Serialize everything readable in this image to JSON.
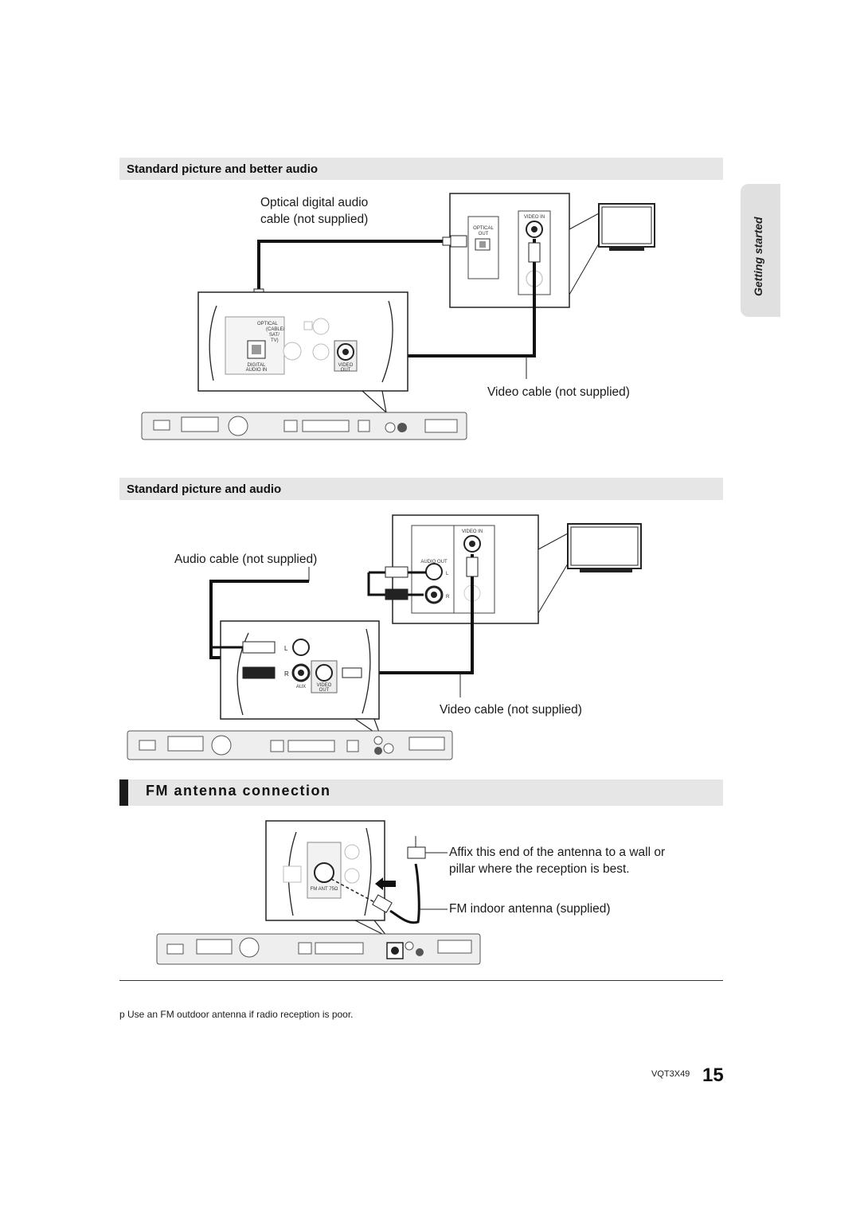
{
  "section1": {
    "title": "Standard picture and better audio",
    "label_optical": [
      "Optical digital audio",
      "cable (not supplied)"
    ],
    "label_video": "Video cable (not supplied)",
    "unit_labels": {
      "optical": "OPTICAL",
      "cable_sat_tv": [
        "(CABLE/",
        "SAT/",
        "TV)"
      ],
      "digital_audio_in": [
        "DIGITAL",
        "AUDIO IN"
      ],
      "video_out": [
        "VIDEO",
        "OUT"
      ]
    },
    "tv_labels": {
      "optical_out": [
        "OPTICAL",
        "OUT"
      ],
      "video_in": "VIDEO IN"
    }
  },
  "section2": {
    "title": "Standard picture and audio",
    "label_audio": "Audio cable (not supplied)",
    "label_video": "Video cable (not supplied)",
    "unit_labels": {
      "l": "L",
      "r": "R",
      "aux": "AUX",
      "video_out": [
        "VIDEO",
        "OUT"
      ]
    },
    "tv_labels": {
      "video_in": "VIDEO IN",
      "audio_out": "AUDIO OUT",
      "l": "L",
      "r": "R"
    }
  },
  "section3": {
    "title": "FM antenna connection",
    "label_affix": [
      "Affix this end of the antenna to a wall or",
      "pillar where the reception is best."
    ],
    "label_indoor": "FM indoor antenna (supplied)",
    "unit_label": "FM ANT 75Ω"
  },
  "side_tab": "Getting started",
  "note": "p Use an FM outdoor antenna if radio reception is poor.",
  "footer": {
    "model": "VQT3X49",
    "page": "15"
  },
  "icons": [
    "tv-icon",
    "optical-plug-icon",
    "rca-plug-icon",
    "arrow-icon"
  ]
}
